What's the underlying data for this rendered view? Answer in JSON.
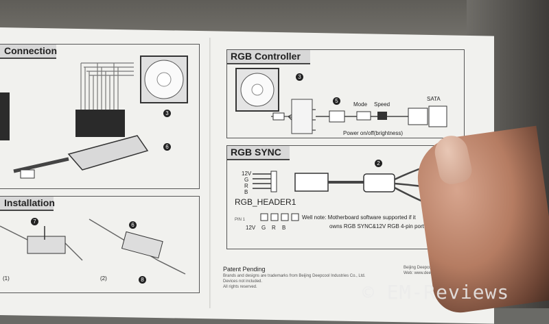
{
  "left_page": {
    "connection_title": "Connection",
    "installation_title": "Installation",
    "steps": [
      "(1)",
      "(2)"
    ],
    "callouts": [
      "3",
      "6",
      "7",
      "6",
      "8"
    ]
  },
  "rgb_controller": {
    "title": "RGB Controller",
    "mode_label": "Mode",
    "speed_label": "Speed",
    "sata_label": "SATA",
    "power_label": "Power on/off(brightness)",
    "callouts": [
      "3",
      "5"
    ]
  },
  "rgb_sync": {
    "title": "RGB SYNC",
    "pins": [
      "12V",
      "G",
      "R",
      "B"
    ],
    "header_label": "RGB_HEADER1",
    "pin1_label": "PIN 1",
    "pin_row": [
      "12V",
      "G",
      "R",
      "B"
    ],
    "note_line1": "Well note: Motherboard software supported if it",
    "note_line2": "owns RGB SYNC&12V RGB 4-pin port.",
    "callout": "2"
  },
  "footer": {
    "patent": "Patent Pending",
    "line1": "Brands and designs are trademarks from Beijing Deepcool Industries Co., Ltd.",
    "line2": "Devices not included.",
    "line3": "All rights reserved.",
    "right1": "Beijing Deepcool Industries Co., Ltd.",
    "right2": "Web: www.deepcool.com"
  },
  "watermark": "© EM-Reviews"
}
